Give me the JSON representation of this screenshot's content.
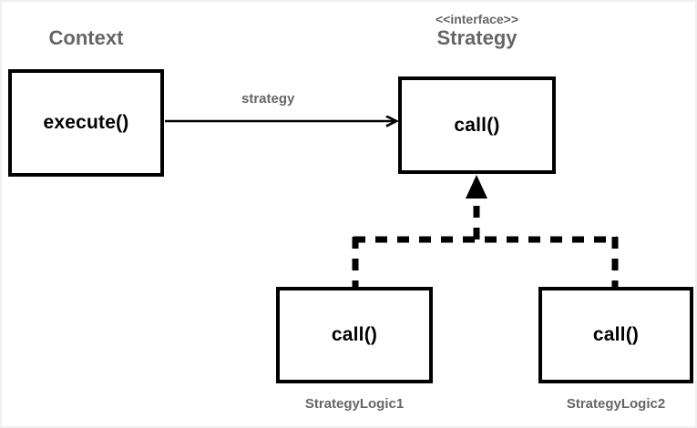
{
  "diagram": {
    "kind": "uml-class-diagram",
    "pattern_name": "Strategy",
    "colors": {
      "box_stroke": "#000000",
      "box_fill": "#ffffff",
      "label_gray": "#666666",
      "canvas": "#ffffff",
      "frame": "#f0f0f0"
    },
    "classes": [
      {
        "id": "context",
        "stereotype": "",
        "name": "Context",
        "operation": "execute()",
        "caption_position": "above"
      },
      {
        "id": "strategy",
        "stereotype": "<<interface>>",
        "name": "Strategy",
        "operation": "call()",
        "caption_position": "above"
      },
      {
        "id": "strategylogic1",
        "stereotype": "",
        "name": "StrategyLogic1",
        "operation": "call()",
        "caption_position": "below"
      },
      {
        "id": "strategylogic2",
        "stereotype": "",
        "name": "StrategyLogic2",
        "operation": "call()",
        "caption_position": "below"
      }
    ],
    "edges": [
      {
        "id": "context-to-strategy",
        "from": "context",
        "to": "strategy",
        "label": "strategy",
        "line_style": "solid",
        "arrowhead": "open-arrow",
        "relation": "association"
      },
      {
        "id": "logic1-realizes-strategy",
        "from": "strategylogic1",
        "to": "strategy",
        "label": "",
        "line_style": "dashed",
        "arrowhead": "filled-triangle",
        "relation": "realization"
      },
      {
        "id": "logic2-realizes-strategy",
        "from": "strategylogic2",
        "to": "strategy",
        "label": "",
        "line_style": "dashed",
        "arrowhead": "filled-triangle",
        "relation": "realization"
      }
    ]
  }
}
